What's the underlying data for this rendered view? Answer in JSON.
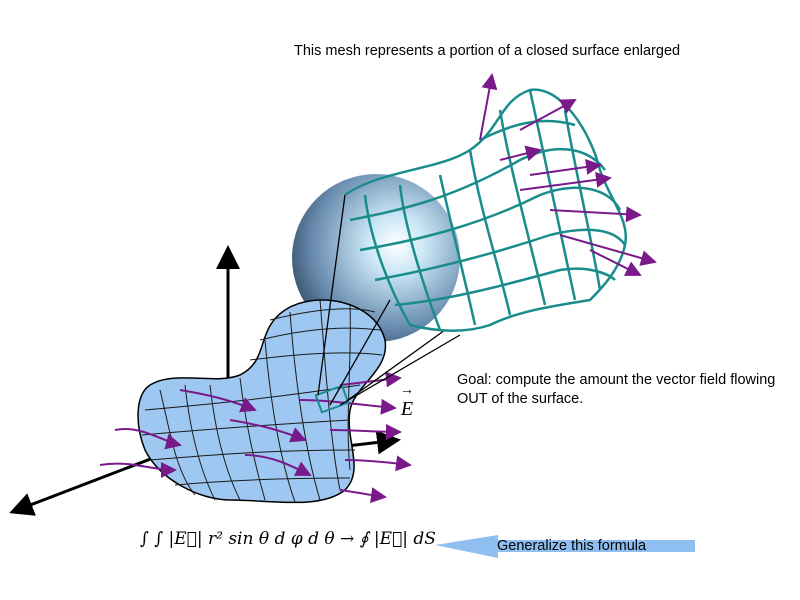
{
  "captions": {
    "top": "This mesh represents a portion of a closed surface enlarged",
    "goal": "Goal: compute the amount the vector field flowing OUT of the surface.",
    "vector_label": "E",
    "vector_arrow": "→",
    "formula": "∫ ∫ |E⃗| r² sin θ d φ d θ → ∮ |E⃗| dS",
    "generalize": "Generalize this formula"
  },
  "colors": {
    "mesh": "#1a8c8c",
    "field": "#7a1a8a",
    "surface": "#9ec8f2",
    "sphere": "#6a8db0",
    "arrow": "#8ebff0"
  }
}
